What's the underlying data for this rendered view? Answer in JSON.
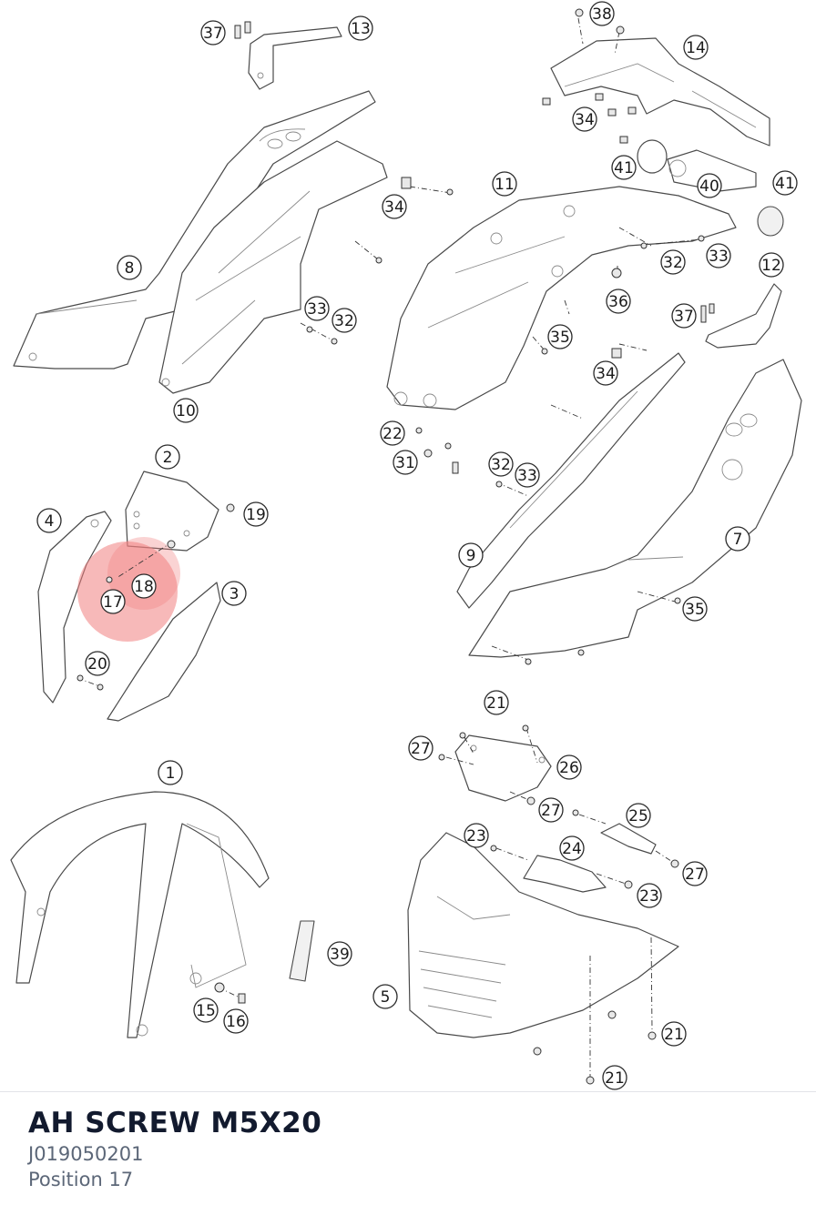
{
  "part": {
    "name": "AH SCREW M5X20",
    "number": "J019050201",
    "position": "Position 17"
  },
  "highlight": {
    "label": "17",
    "color": "#f08080"
  },
  "callouts": [
    "1",
    "2",
    "3",
    "4",
    "5",
    "7",
    "8",
    "9",
    "10",
    "11",
    "12",
    "13",
    "14",
    "15",
    "16",
    "17",
    "18",
    "19",
    "20",
    "21",
    "22",
    "23",
    "24",
    "25",
    "26",
    "27",
    "31",
    "32",
    "33",
    "34",
    "35",
    "36",
    "37",
    "38",
    "39",
    "40",
    "41"
  ],
  "colors": {
    "title": "#121a2e",
    "subtitle": "#5c6778",
    "line": "#4a4a4a"
  }
}
